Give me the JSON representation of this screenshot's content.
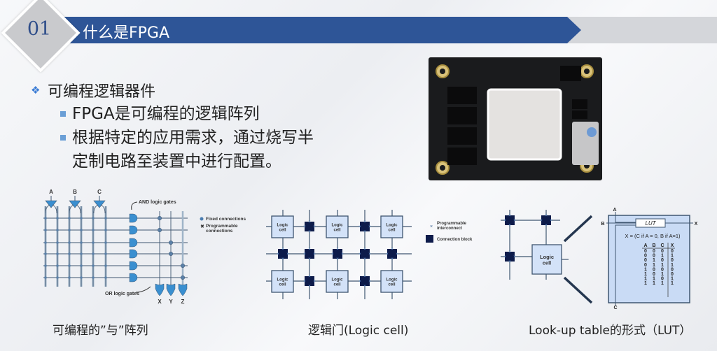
{
  "header": {
    "number": "01",
    "title": "什么是FPGA"
  },
  "content": {
    "main_bullet": "可编程逻辑器件",
    "sub_bullets": [
      "FPGA是可编程的逻辑阵列",
      "根据特定的应用需求，通过烧写半",
      "定制电路至装置中进行配置。"
    ]
  },
  "diagram_and": {
    "inputs": [
      "A",
      "B",
      "C"
    ],
    "outputs": [
      "X",
      "Y",
      "Z"
    ],
    "and_label": "AND logic gates",
    "or_label": "OR logic gates",
    "legend_fixed": "Fixed connections",
    "legend_prog1": "Programmable",
    "legend_prog2": "connections"
  },
  "diagram_cells": {
    "cell_line1": "Logic",
    "cell_line2": "cell",
    "legend_interconnect1": "Programmable",
    "legend_interconnect2": "interconnect",
    "legend_block": "Connection block"
  },
  "diagram_lut": {
    "cell_line1": "Logic",
    "cell_line2": "cell",
    "lut": "LUT",
    "pins": {
      "a": "A",
      "b": "B",
      "c": "C",
      "x": "X"
    },
    "formula": "X = (C if A = 0, B if A=1)",
    "table_header": [
      "A",
      "B",
      "C",
      "X"
    ],
    "table_rows": [
      [
        "0",
        "0",
        "0",
        "0"
      ],
      [
        "0",
        "0",
        "1",
        "1"
      ],
      [
        "0",
        "1",
        "0",
        "0"
      ],
      [
        "0",
        "1",
        "1",
        "1"
      ],
      [
        "1",
        "0",
        "0",
        "0"
      ],
      [
        "1",
        "0",
        "1",
        "0"
      ],
      [
        "1",
        "1",
        "0",
        "1"
      ],
      [
        "1",
        "1",
        "1",
        "1"
      ]
    ]
  },
  "captions": [
    "可编程的”与”阵列",
    "逻辑门(Logic cell)",
    "Look-up table的形式（LUT）"
  ],
  "colors": {
    "banner": "#2e5597",
    "diagram_blue": "#3a8fd0",
    "block": "#0d1b4a"
  }
}
